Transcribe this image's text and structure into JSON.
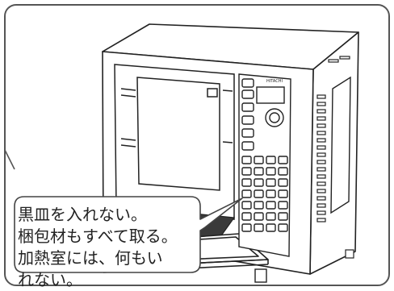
{
  "note_lines": [
    "黒皿を入れない。",
    "梱包材もすべて取る。",
    "加熱室には、何もい",
    "れない。"
  ],
  "panel_labels": {
    "maker": "HITACHI"
  },
  "colors": {
    "outline": "#555555",
    "line": "#222222",
    "tray": "#3a3a3a",
    "bubble_fill": "#ffffff"
  }
}
